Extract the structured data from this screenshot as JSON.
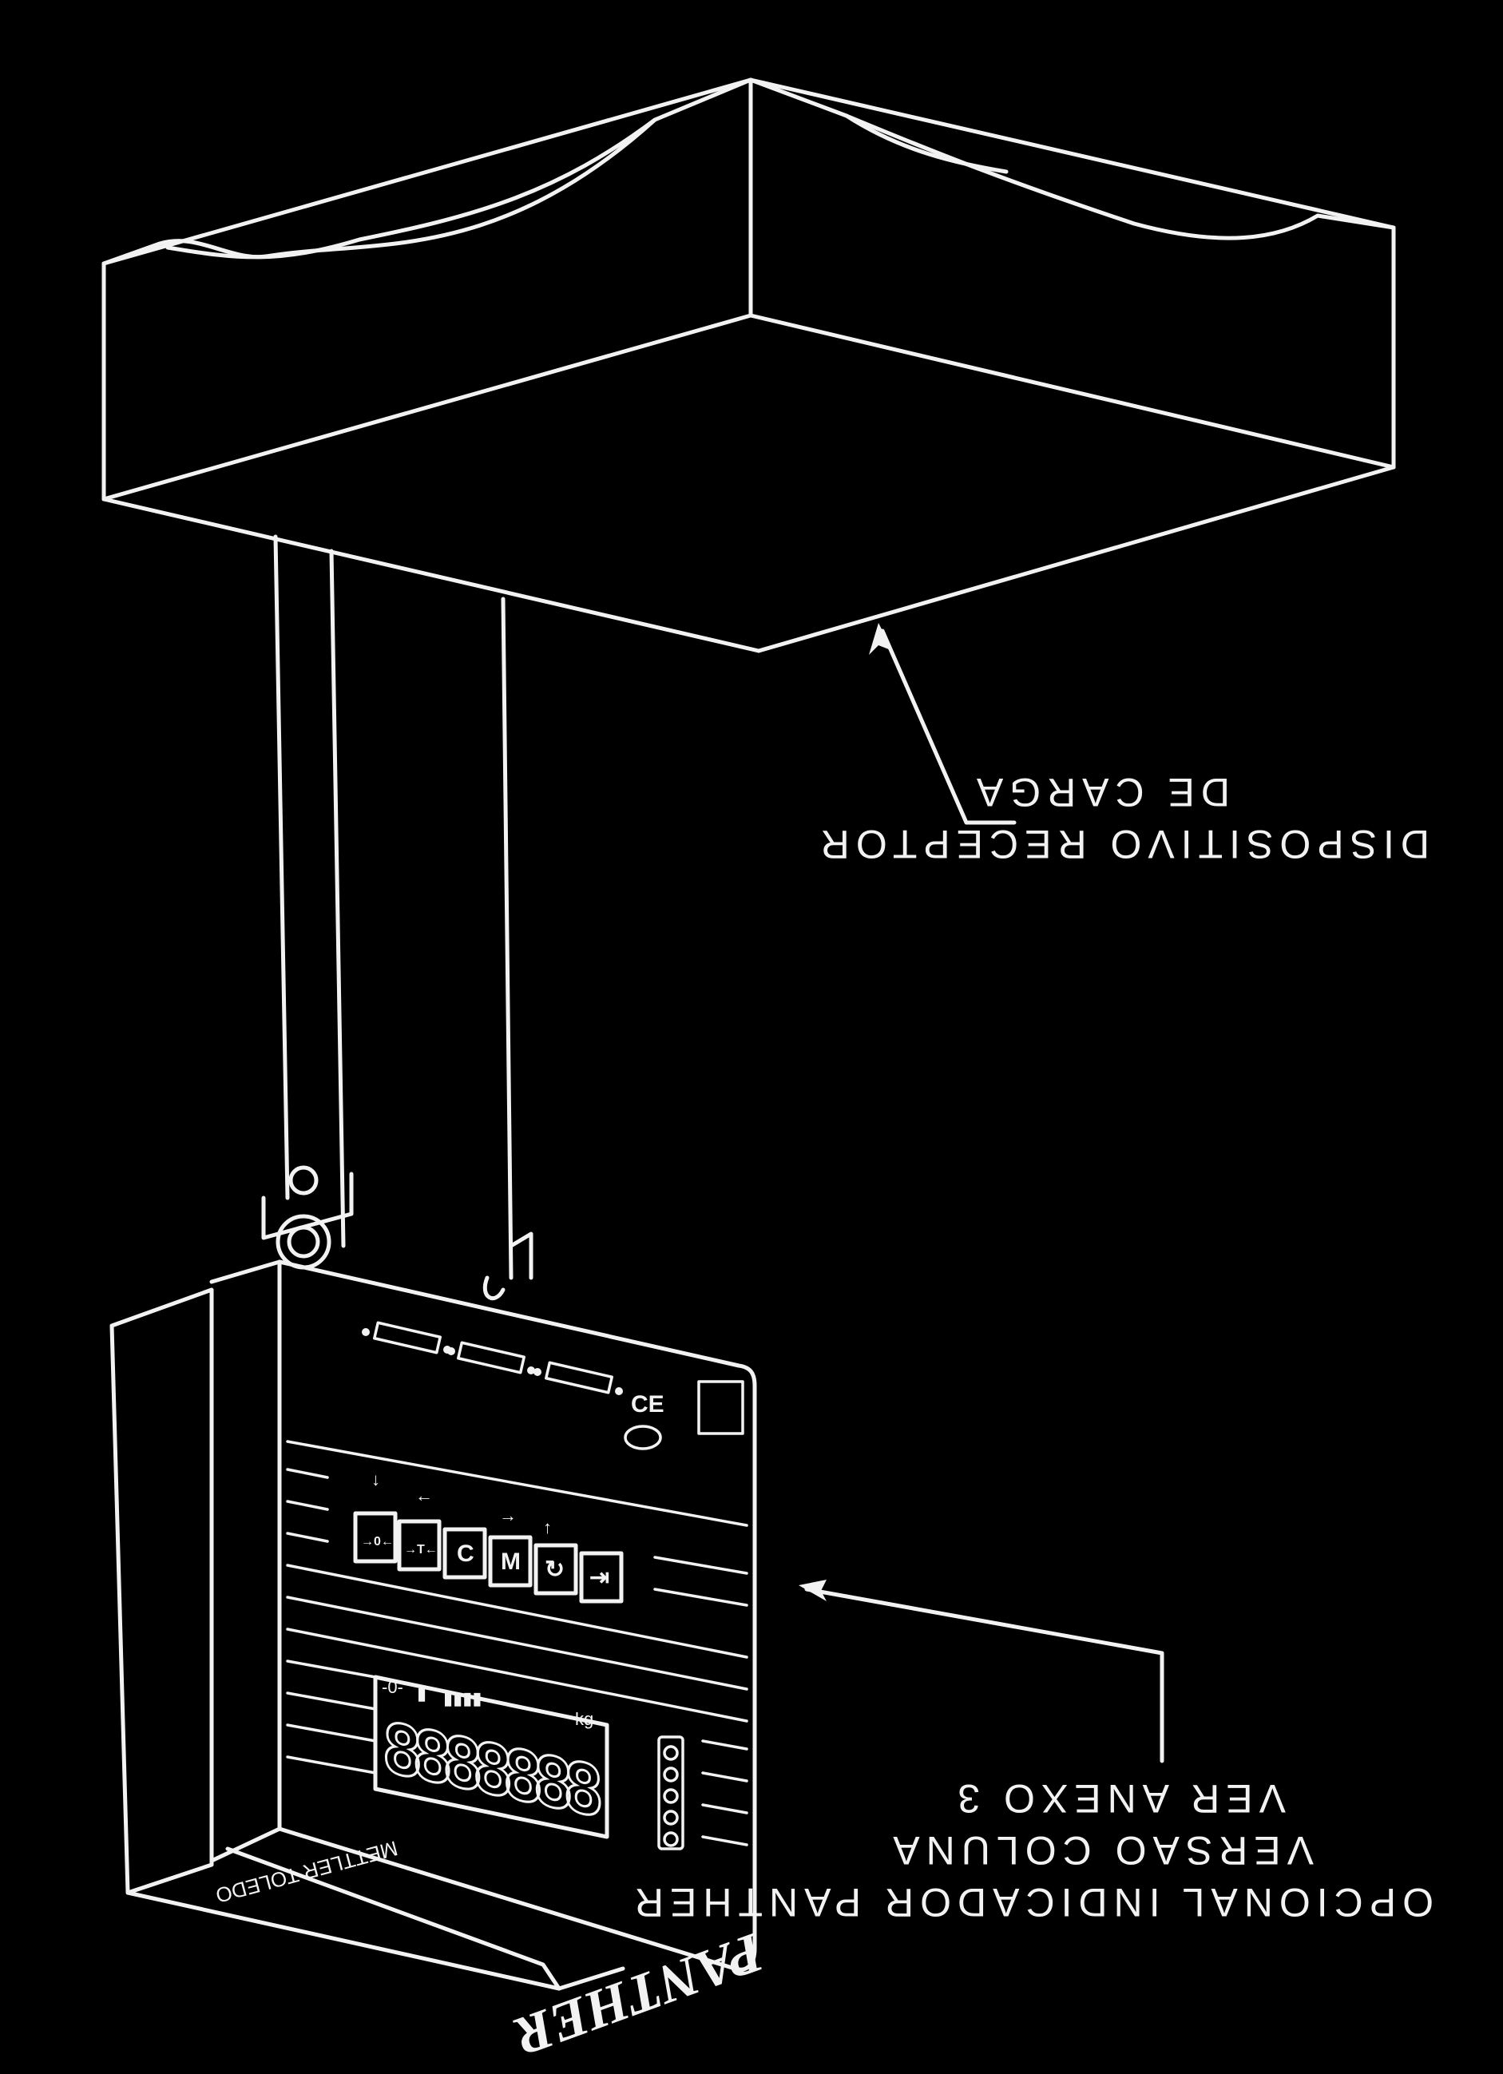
{
  "labels": {
    "load_receptor_line1": "DISPOSITIVO RECEPTOR",
    "load_receptor_line2": "DE CARGA",
    "indicator_line1": "OPCIONAL INDICADOR PANTHER",
    "indicator_line2": "VERSAO COLUNA",
    "indicator_line3": "VER ANEXO 3"
  },
  "indicator": {
    "brand": "PANTHER",
    "manufacturer": "METTLER TOLEDO",
    "display_digits": "8888888",
    "display_status": "kg",
    "keys": [
      "→0←",
      "→T←",
      "C",
      "M",
      "↻",
      "⇥"
    ],
    "ce_mark": "CE"
  }
}
